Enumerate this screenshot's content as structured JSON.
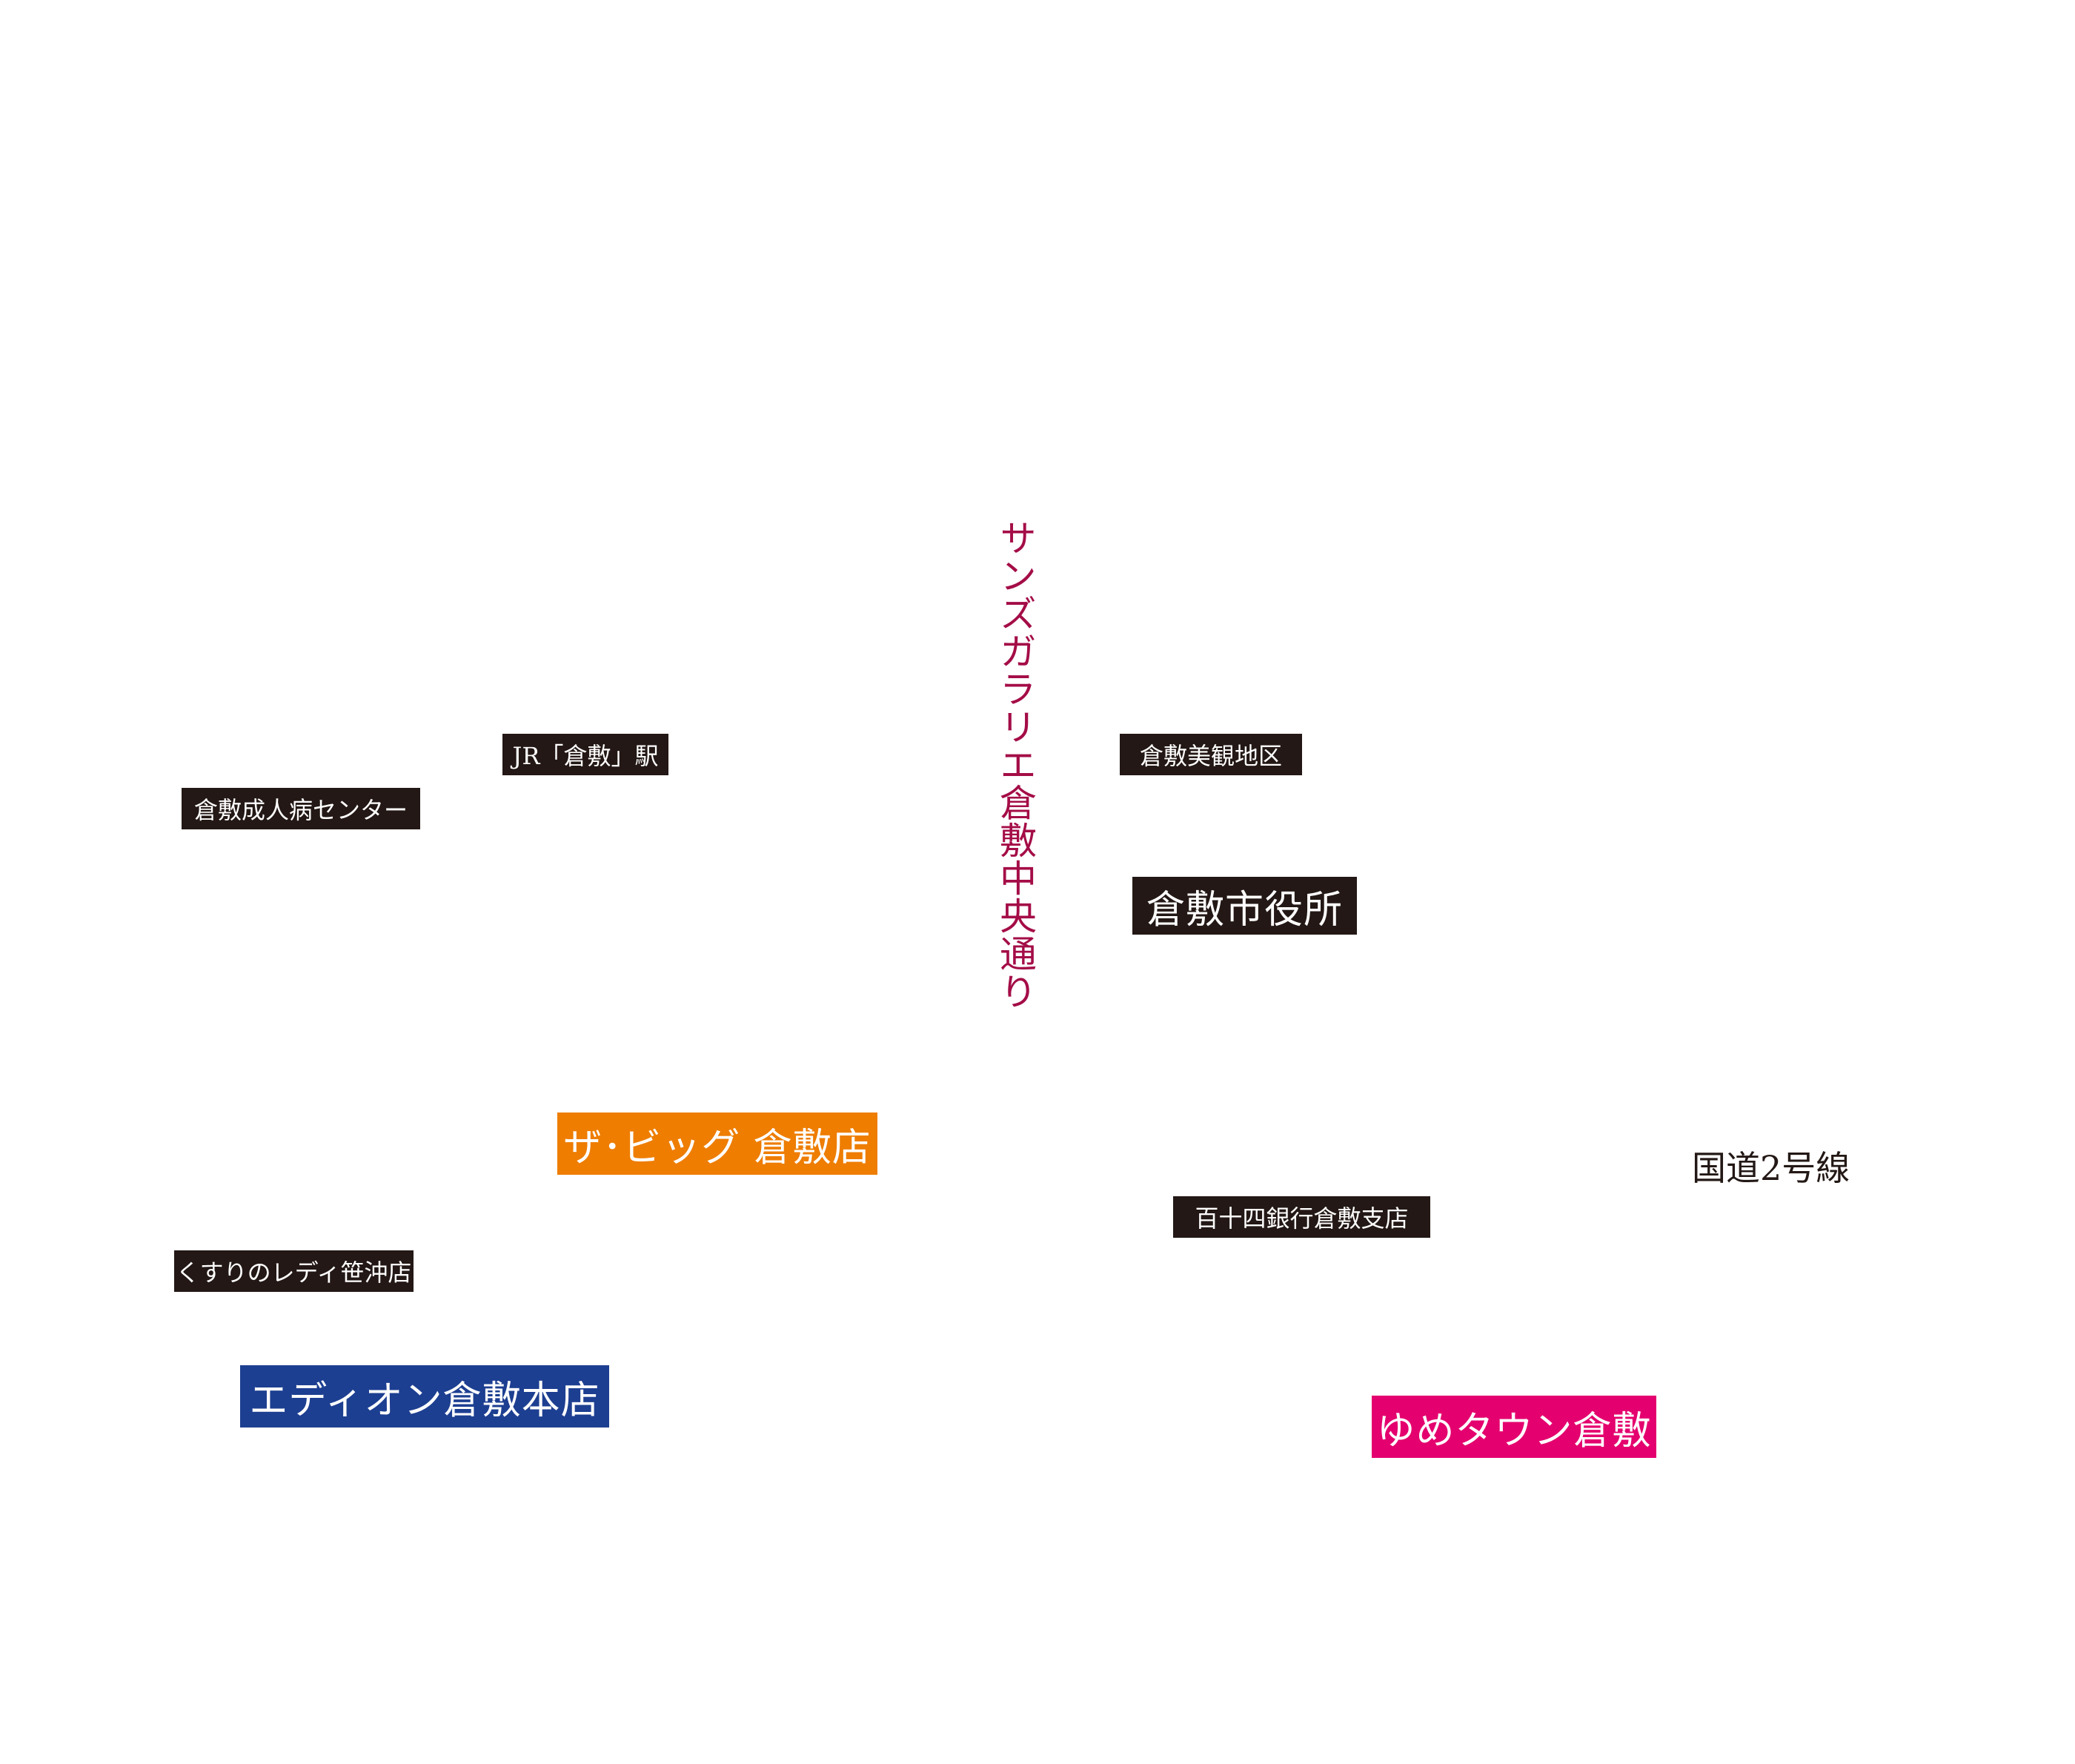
{
  "map": {
    "street_label": "サンズガラリエ倉敷中央通り",
    "road_label": "国道2号線",
    "labels": {
      "jr_station": "JR「倉敷」駅",
      "hospital": "倉敷成人病センター",
      "bikan_district": "倉敷美観地区",
      "city_hall": "倉敷市役所",
      "the_big": "ザ･ビッグ 倉敷店",
      "bank": "百十四銀行倉敷支店",
      "drugstore": "くすりのレディ笹沖店",
      "edion": "エディオン倉敷本店",
      "youme_town": "ゆめタウン倉敷"
    }
  },
  "colors": {
    "dark_label_bg": "#231815",
    "the_big_bg": "#ee7d00",
    "edion_bg": "#1d3f91",
    "youme_town_bg": "#e4006e",
    "street_text": "#a40d47",
    "road_text": "#231815",
    "label_text": "#ffffff"
  }
}
